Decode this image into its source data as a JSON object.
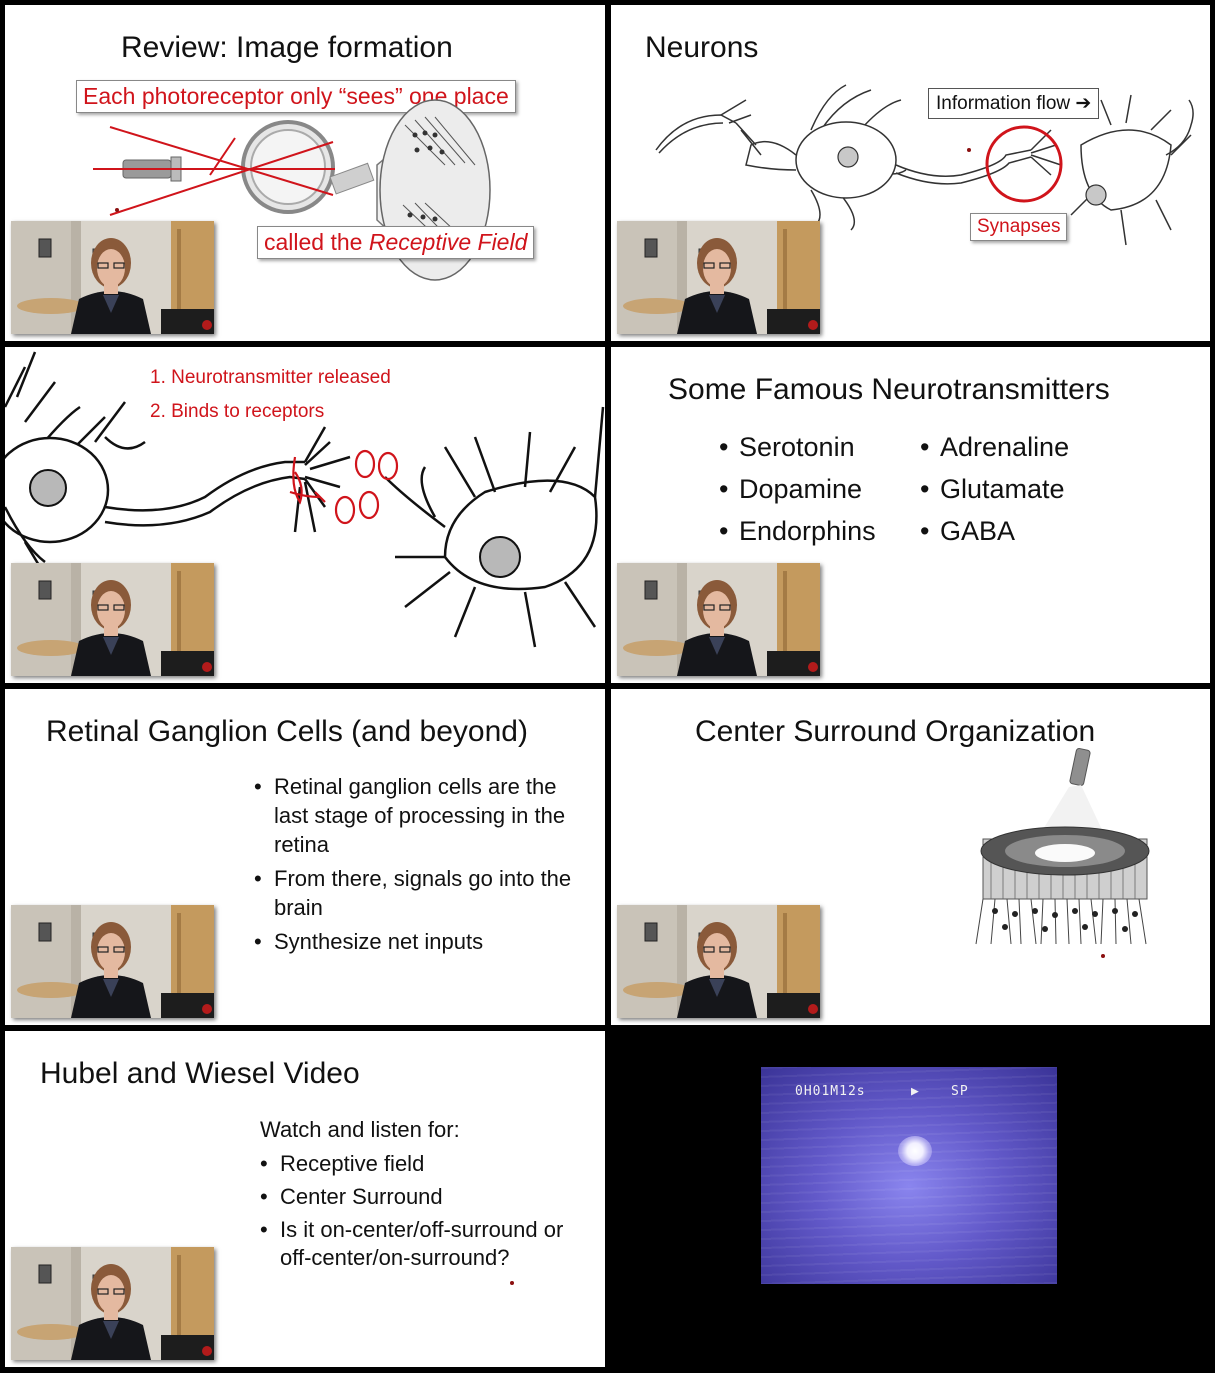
{
  "slides": {
    "s1": {
      "title": "Review:  Image formation",
      "callout_top": "Each photoreceptor only “sees” one place",
      "callout_bottom_prefix": "called the ",
      "callout_bottom_italic": "Receptive Field"
    },
    "s2": {
      "title": "Neurons",
      "info_flow": "Information flow ➔",
      "synapses": "Synapses"
    },
    "s3": {
      "steps": [
        "1. Neurotransmitter released",
        "2. Binds to receptors"
      ]
    },
    "s4": {
      "title": "Some Famous Neurotransmitters",
      "left_list": [
        "Serotonin",
        "Dopamine",
        "Endorphins"
      ],
      "right_list": [
        "Adrenaline",
        "Glutamate",
        "GABA"
      ]
    },
    "s5": {
      "title": "Retinal Ganglion Cells (and beyond)",
      "bullets": [
        "Retinal ganglion cells are the last stage of processing in the retina",
        "From there, signals go into the brain",
        "Synthesize net inputs"
      ]
    },
    "s6": {
      "title": "Center Surround Organization"
    },
    "s7": {
      "title": "Hubel and Wiesel Video",
      "intro": "Watch and listen for:",
      "bullets": [
        "Receptive field",
        "Center Surround",
        "Is it on-center/off-surround or off-center/on-surround?"
      ]
    },
    "s8": {
      "counter": "0H01M12s",
      "play": "▶",
      "mode": "SP"
    }
  },
  "colors": {
    "accent_red": "#d0141b",
    "video_blue": "#6259c9"
  },
  "icons": [
    "flashlight-icon",
    "eye-icon",
    "neuron-icon",
    "webcam-presenter"
  ]
}
